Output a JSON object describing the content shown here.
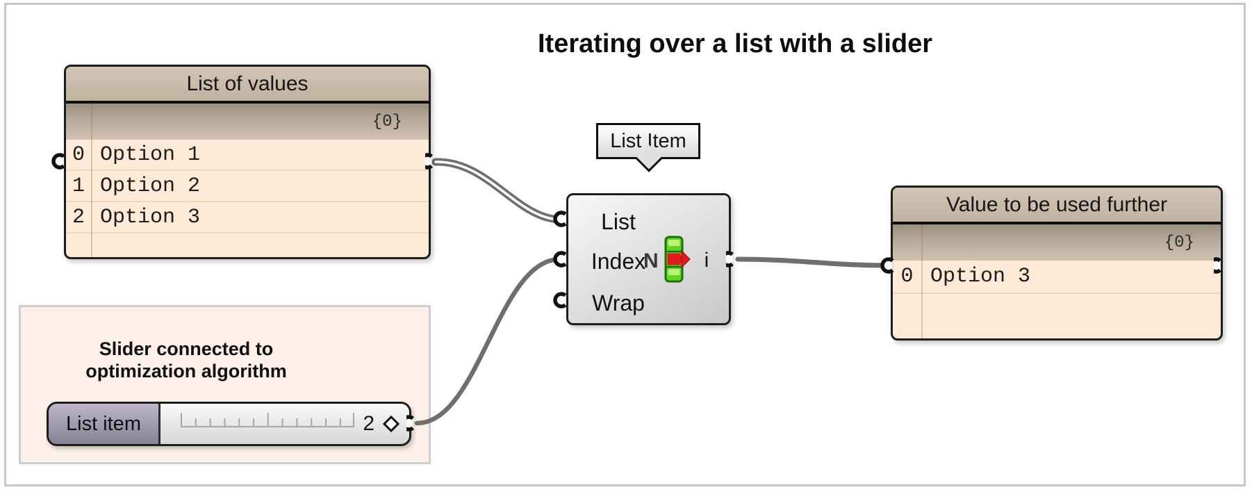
{
  "title": "Iterating over a list with a slider",
  "panel_list": {
    "title": "List of values",
    "path": "{0}",
    "rows": [
      {
        "index": "0",
        "value": "Option 1"
      },
      {
        "index": "1",
        "value": "Option 2"
      },
      {
        "index": "2",
        "value": "Option 3"
      }
    ]
  },
  "panel_result": {
    "title": "Value to be used further",
    "path": "{0}",
    "rows": [
      {
        "index": "0",
        "value": "Option 3"
      }
    ]
  },
  "component": {
    "tooltip": "List Item",
    "inputs": [
      "List",
      "Index",
      "Wrap"
    ],
    "output_label": "i",
    "icon_letter": "N",
    "icon": "list-item-icon"
  },
  "group": {
    "label_line1": "Slider connected to",
    "label_line2": "optimization algorithm"
  },
  "slider": {
    "name": "List item",
    "value": "2"
  },
  "colors": {
    "wire": "#6f6f6f",
    "panel_header": "#c8b9a7",
    "panel_body": "#fdead6",
    "group_fill": "#fdf0e8",
    "slider_plate": "#9793a6",
    "icon_green": "#60d51f",
    "icon_red": "#e01b1b",
    "canvas_frame": "#c6c6c6"
  }
}
